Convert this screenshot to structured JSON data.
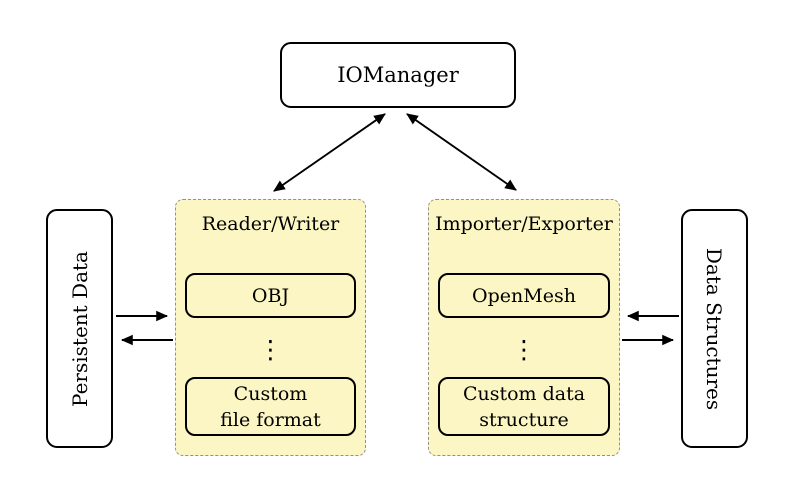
{
  "diagram": {
    "nodes": {
      "iomanager": {
        "label": "IOManager"
      },
      "persistent_data": {
        "label": "Persistent Data"
      },
      "data_structures": {
        "label": "Data Structures"
      },
      "reader_writer": {
        "label": "Reader/Writer",
        "items": {
          "first": "OBJ",
          "ellipsis": "⋮",
          "last": "Custom\nfile format"
        }
      },
      "importer_exporter": {
        "label": "Importer/Exporter",
        "items": {
          "first": "OpenMesh",
          "ellipsis": "⋮",
          "last": "Custom data\nstructure"
        }
      }
    },
    "edges": [
      {
        "from": "iomanager",
        "to": "reader_writer",
        "direction": "bidirectional"
      },
      {
        "from": "iomanager",
        "to": "importer_exporter",
        "direction": "bidirectional"
      },
      {
        "from": "persistent_data",
        "to": "reader_writer",
        "direction": "one-way"
      },
      {
        "from": "reader_writer",
        "to": "persistent_data",
        "direction": "one-way"
      },
      {
        "from": "data_structures",
        "to": "importer_exporter",
        "direction": "one-way"
      },
      {
        "from": "importer_exporter",
        "to": "data_structures",
        "direction": "one-way"
      }
    ],
    "colors": {
      "group_fill": "#fbf6c3",
      "group_border": "#909090",
      "node_fill": "#ffffff",
      "node_border": "#000000",
      "arrow": "#000000",
      "background": "#ffffff"
    }
  }
}
